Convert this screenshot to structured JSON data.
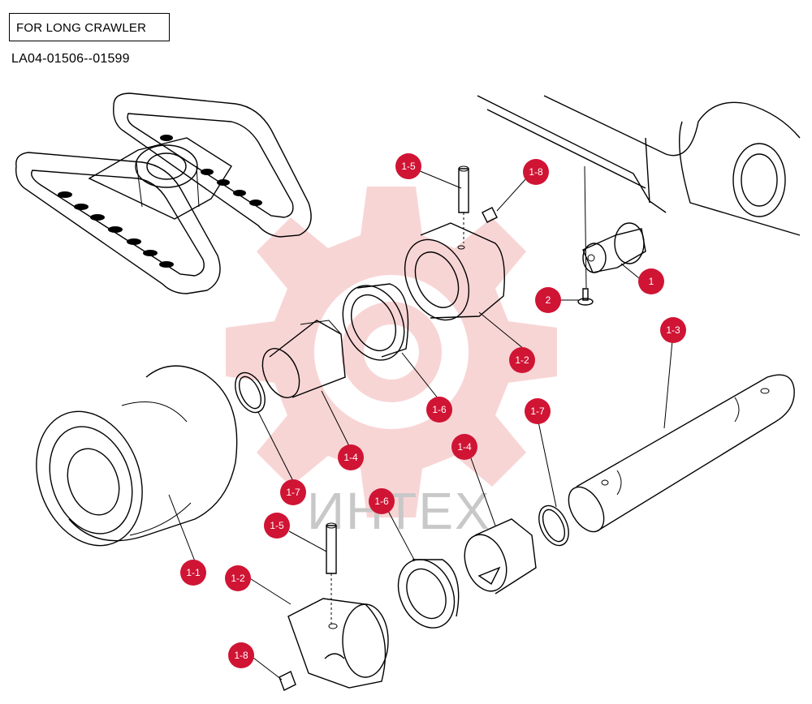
{
  "header": {
    "title": "FOR LONG CRAWLER",
    "serial_range": "LA04-01506--01599"
  },
  "watermark": {
    "text": "ИНТЕХ",
    "color": "#f3b3b3"
  },
  "callout_color": "#d01434",
  "callouts": [
    {
      "id": "c-1-5-top",
      "label": "1-5"
    },
    {
      "id": "c-1-8-top",
      "label": "1-8"
    },
    {
      "id": "c-1",
      "label": "1"
    },
    {
      "id": "c-2",
      "label": "2"
    },
    {
      "id": "c-1-3",
      "label": "1-3"
    },
    {
      "id": "c-1-2-top",
      "label": "1-2"
    },
    {
      "id": "c-1-6-top",
      "label": "1-6"
    },
    {
      "id": "c-1-7-right",
      "label": "1-7"
    },
    {
      "id": "c-1-4-top",
      "label": "1-4"
    },
    {
      "id": "c-1-4-right",
      "label": "1-4"
    },
    {
      "id": "c-1-7-left",
      "label": "1-7"
    },
    {
      "id": "c-1-6-bottom",
      "label": "1-6"
    },
    {
      "id": "c-1-5-bottom",
      "label": "1-5"
    },
    {
      "id": "c-1-1",
      "label": "1-1"
    },
    {
      "id": "c-1-2-bottom",
      "label": "1-2"
    },
    {
      "id": "c-1-8-bottom",
      "label": "1-8"
    }
  ]
}
